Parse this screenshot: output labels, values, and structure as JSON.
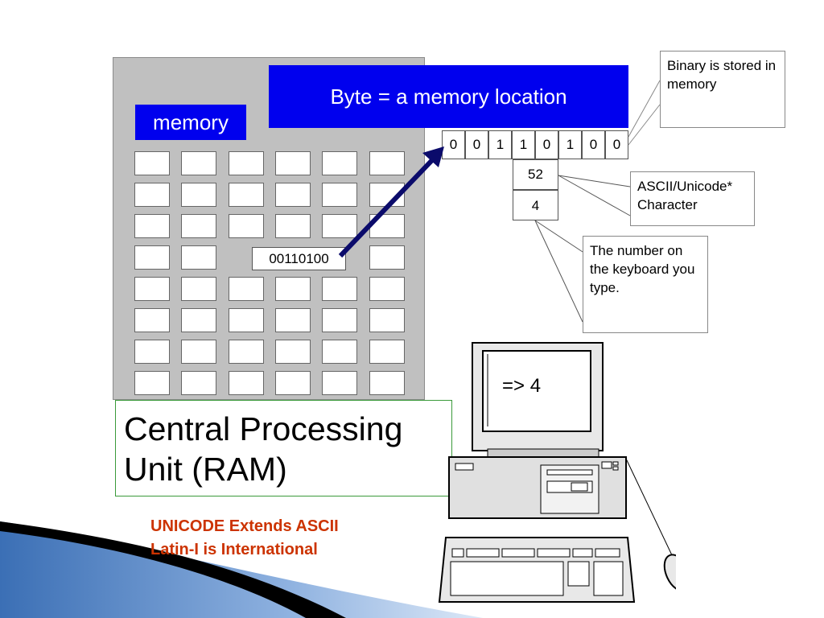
{
  "memory_label": "memory",
  "byte_banner": "Byte = a memory location",
  "bits": [
    "0",
    "0",
    "1",
    "1",
    "0",
    "1",
    "0",
    "0"
  ],
  "ascii_value": "52",
  "char_value": "4",
  "binary_value": "00110100",
  "notes": {
    "binary_stored": "Binary is stored in memory",
    "ascii_unicode": "ASCII/Unicode* Character",
    "number_keyboard": "The number on the keyboard you type."
  },
  "cpu_label": "Central Processing Unit (RAM)",
  "screen_text": "=>  4",
  "footer": {
    "line1": "UNICODE Extends ASCII",
    "line2": "Latin-I is International"
  },
  "colors": {
    "banner_blue": "#0000ee",
    "panel_gray": "#c0c0c0",
    "arrow_navy": "#0b0b6b",
    "footer_red": "#cc3300",
    "cpu_border": "#3a9a3a"
  }
}
